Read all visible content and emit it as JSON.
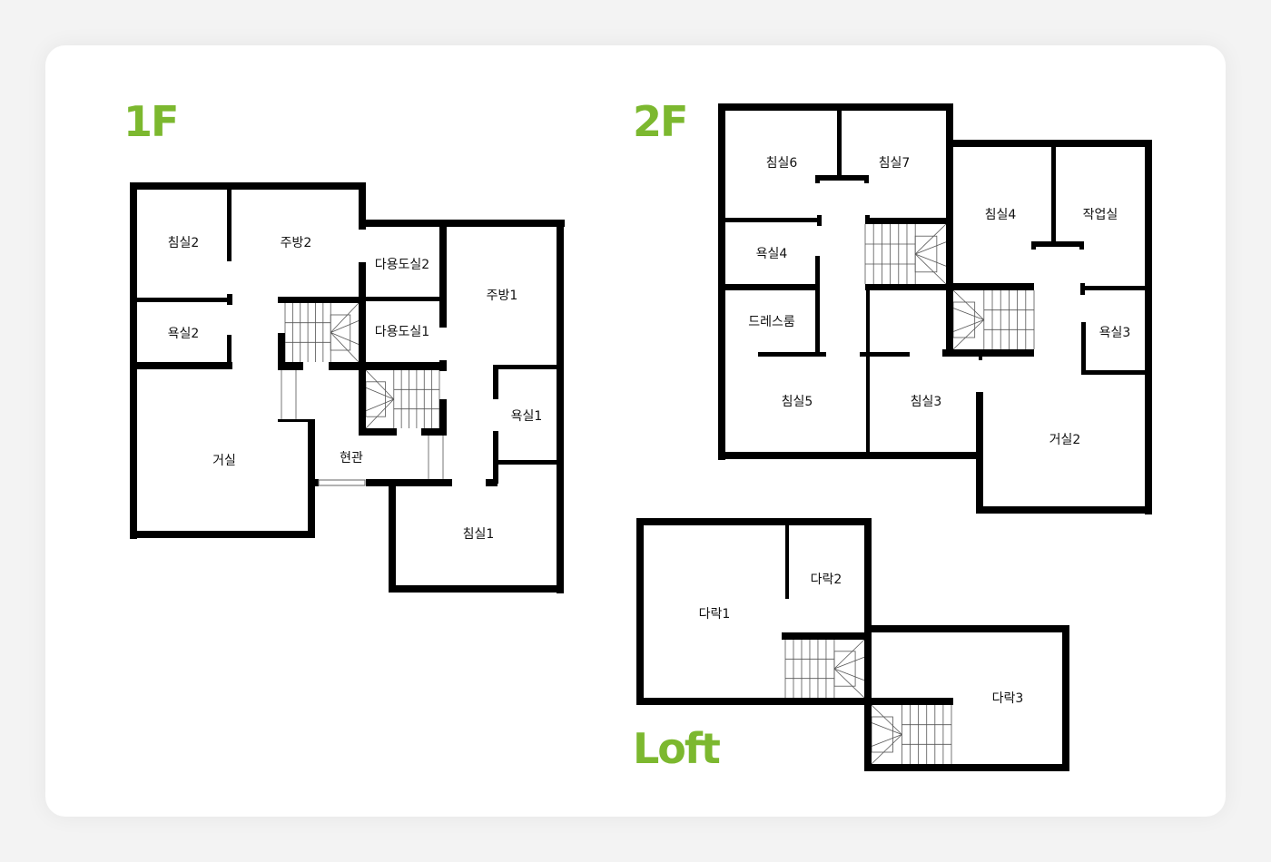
{
  "colors": {
    "accent": "#7cb82f",
    "wall": "#000000"
  },
  "floors": {
    "f1": {
      "title": "1F",
      "rooms": {
        "bedroom2": "침실2",
        "kitchen2": "주방2",
        "utility2": "다용도실2",
        "kitchen1": "주방1",
        "bath2": "욕실2",
        "utility1": "다용도실1",
        "bath1": "욕실1",
        "living": "거실",
        "entrance": "현관",
        "bedroom1": "침실1"
      }
    },
    "f2": {
      "title": "2F",
      "rooms": {
        "bedroom6": "침실6",
        "bedroom7": "침실7",
        "bedroom4": "침실4",
        "workroom": "작업실",
        "bath4": "욕실4",
        "dressroom": "드레스룸",
        "bath3": "욕실3",
        "bedroom5": "침실5",
        "bedroom3": "침실3",
        "living2": "거실2"
      }
    },
    "loft": {
      "title": "Loft",
      "rooms": {
        "attic1": "다락1",
        "attic2": "다락2",
        "attic3": "다락3"
      }
    }
  }
}
